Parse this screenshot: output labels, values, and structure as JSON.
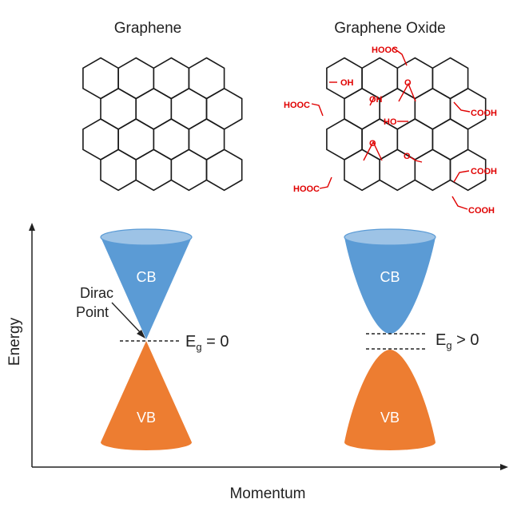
{
  "titles": {
    "left": "Graphene",
    "right": "Graphene Oxide"
  },
  "bands": {
    "cb": "CB",
    "vb": "VB"
  },
  "gap": {
    "left_label": "E",
    "left_sub": "g",
    "left_value": " = 0",
    "right_label": "E",
    "right_sub": "g",
    "right_value": " > 0"
  },
  "dirac": {
    "line1": "Dirac",
    "line2": "Point"
  },
  "axes": {
    "y": "Energy",
    "x": "Momentum"
  },
  "groups": {
    "hooc_top": "HOOC",
    "oh1": "OH",
    "hooc_left": "HOOC",
    "oh2": "OH",
    "o1": "O",
    "cooh_right1": "COOH",
    "ho": "HO",
    "o2": "O",
    "o3": "O",
    "cooh_right2": "COOH",
    "hooc_bottom": "HOOC",
    "cooh_right3": "COOH"
  },
  "colors": {
    "cb": "#5b9bd5",
    "cb_dark": "#3f7fc0",
    "vb": "#ed7d31",
    "vb_dark": "#c8641e",
    "groups": "#e00000",
    "lines": "#1a1a1a"
  }
}
